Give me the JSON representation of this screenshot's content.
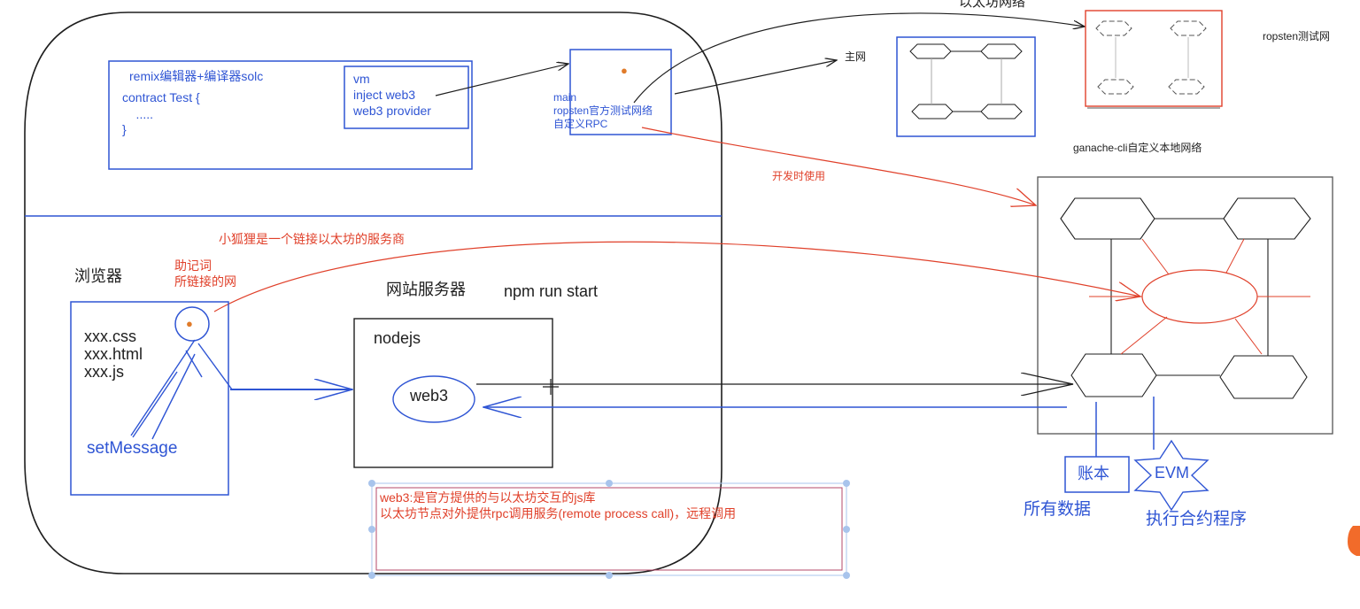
{
  "colors": {
    "blue": "#2f55d4",
    "red": "#e0402a",
    "dark": "#1e1e1e",
    "gray": "#555555"
  },
  "top_labels": {
    "ethereum_network": "以太坊网络",
    "ropsten": "ropsten测试网",
    "mainnet": "主网",
    "ganache": "ganache-cli自定义本地网络",
    "dev_use": "开发时使用"
  },
  "remix": {
    "title": "remix编辑器+编译器solc",
    "code": [
      "contract Test {",
      "    .....",
      "}"
    ],
    "env_options": [
      "vm",
      "inject web3",
      "web3 provider"
    ]
  },
  "metamask_popup": {
    "icon": "fox-icon",
    "networks": [
      "main",
      "ropsten官方测试网络",
      "自定义RPC"
    ]
  },
  "browser": {
    "label": "浏览器",
    "note_lines": [
      "助记词",
      "所链接的网"
    ],
    "files": [
      "xxx.css",
      "xxx.html",
      "xxx.js"
    ],
    "set_message": "setMessage",
    "icon": "fox-icon"
  },
  "metamask_note": "小狐狸是一个链接以太坊的服务商",
  "server": {
    "label": "网站服务器",
    "command": "npm run start",
    "nodejs": "nodejs",
    "web3": "web3"
  },
  "web3_note": [
    "web3:是官方提供的与以太坊交互的js库",
    "以太坊节点对外提供rpc调用服务(remote process call)，远程调用"
  ],
  "node_labels": {
    "account": "账本",
    "all_data": "所有数据",
    "evm": "EVM",
    "exec": "执行合约程序"
  }
}
